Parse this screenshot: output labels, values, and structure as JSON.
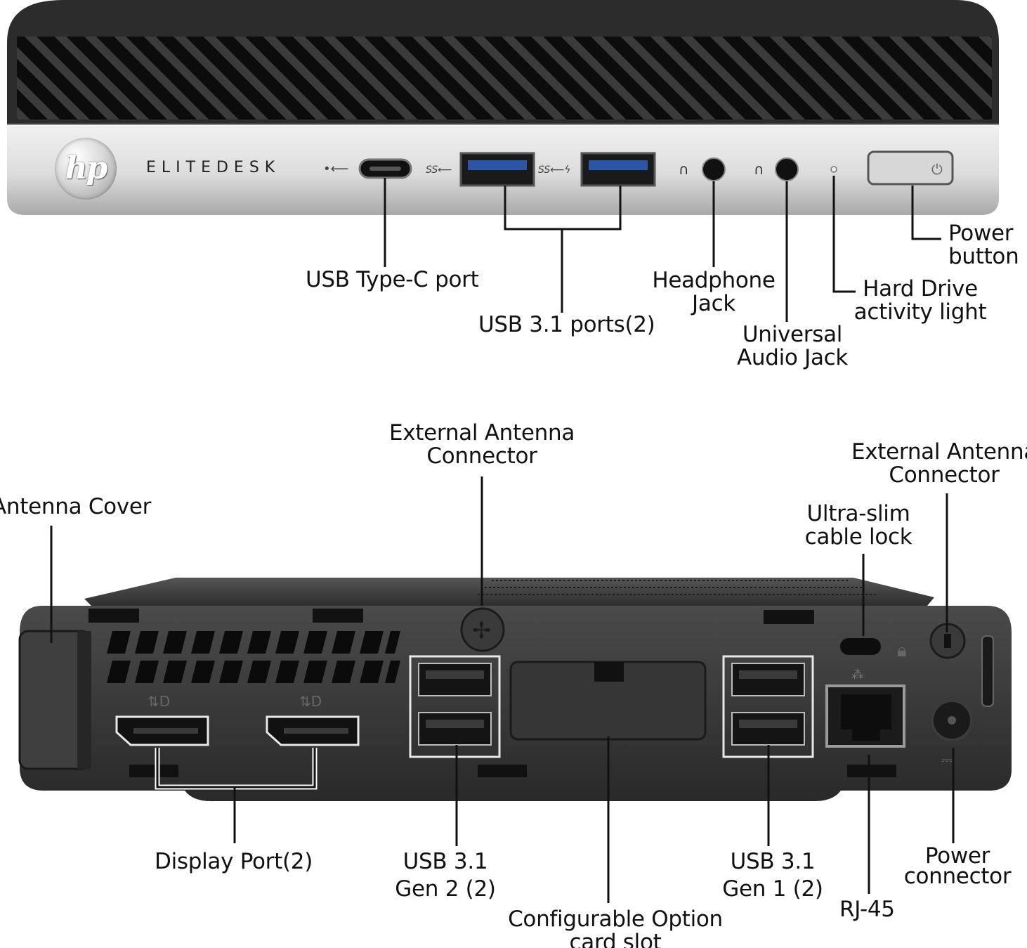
{
  "front_panel": {
    "brand": "ELITEDESK",
    "logo": "hp",
    "labels": {
      "usb_type_c": "USB Type-C port",
      "usb31_ports": "USB 3.1 ports(2)",
      "headphone_1": "Headphone",
      "headphone_2": "Jack",
      "universal_audio_1": "Universal",
      "universal_audio_2": "Audio Jack",
      "hdd_light_1": "Hard Drive",
      "hdd_light_2": "activity light",
      "power_button_1": "Power",
      "power_button_2": "button"
    }
  },
  "rear_panel": {
    "labels": {
      "antenna_cover": "Antenna Cover",
      "ext_antenna_left_1": "External Antenna",
      "ext_antenna_left_2": "Connector",
      "ext_antenna_right_1": "External Antenna",
      "ext_antenna_right_2": "Connector",
      "cable_lock_1": "Ultra-slim",
      "cable_lock_2": "cable lock",
      "display_port": "Display Port(2)",
      "usb_gen2_1": "USB 3.1",
      "usb_gen2_2": "Gen 2 (2)",
      "option_slot_1": "Configurable Option",
      "option_slot_2": "card slot",
      "usb_gen1_1": "USB 3.1",
      "usb_gen1_2": "Gen 1 (2)",
      "rj45": "RJ-45",
      "power_connector_1": "Power",
      "power_connector_2": "connector"
    }
  },
  "colors": {
    "chassis_dark": "#2a2a2a",
    "chassis_top": "#3a3a3a",
    "front_silver": "#d8d8d8",
    "port_blue": "#1f4ea0",
    "leader_line": "#111111"
  }
}
